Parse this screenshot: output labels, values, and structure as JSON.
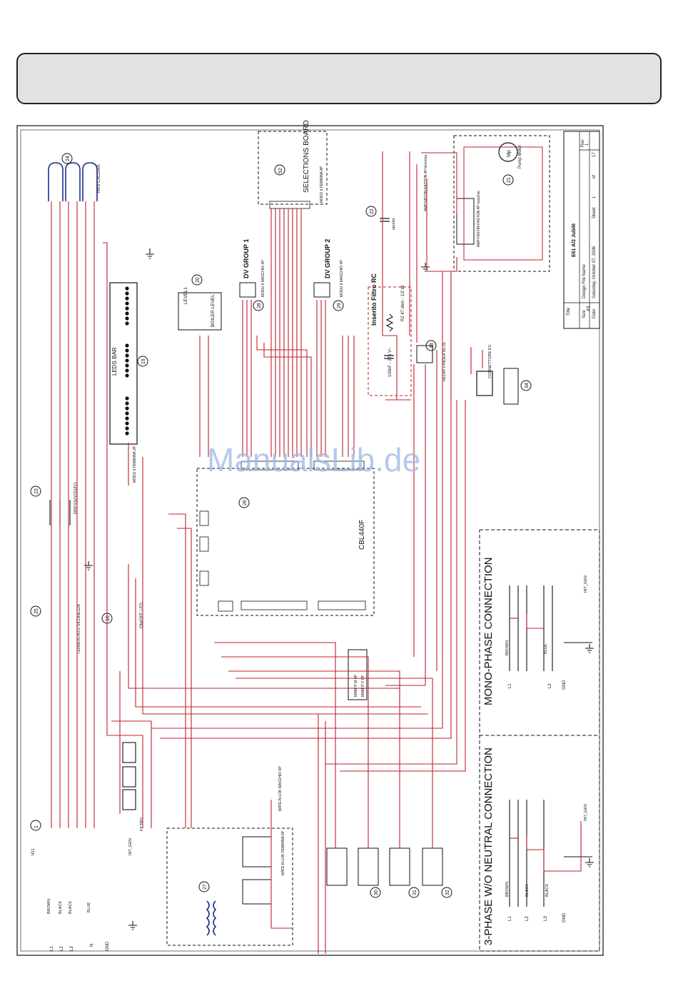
{
  "header": {
    "bar_label": ""
  },
  "titleblock": {
    "title_label": "Title",
    "title": "E61 A/2 Jubilè",
    "size_label": "Size",
    "size": "A3",
    "design_label": "Design File Name",
    "rev_label": "Rev",
    "rev": "1",
    "date_label": "Date:",
    "date": "Saturday, October 07, 2006",
    "sheet_label": "Sheet",
    "sheet": "1",
    "of_label": "of",
    "of": "17"
  },
  "sections": {
    "mono": "MONO-PHASE CONNECTION",
    "three": "3-PHASE W/O NEUTRAL CONNECTION"
  },
  "blocks": {
    "selections": "SELECTIONS BOARD",
    "selections_conn": "MODU II FEMMINA 8P",
    "selections_num": "52",
    "dv1": "DV GROUP 1",
    "dv1_conn": "MODU II MASCHIO 4P",
    "dv1_num": "28",
    "dv2": "DV GROUP 2",
    "dv2_conn": "MODU II MASCHIO 4P",
    "dv2_num": "29",
    "leds": "LEDS BAR",
    "leds_num": "19",
    "leds_conn": "MODU II FEMMINA 2P",
    "boiler": "BOILER LEVEL",
    "boiler_num": "20",
    "level": "LEVEL1",
    "board": "CBL440F",
    "board_num": "26",
    "pump": "Pump Motor",
    "pump_num": "21",
    "pump_conn": "AMP FASTIN-FASTON 4P maschio",
    "pump_conn2": "AMP FASTIN-FASTON 4P femmina",
    "filter": "Inserito Filtro RC",
    "filter_r": "R2 47 ohm - 1/2 W",
    "filter_c": "100nF - 275 V~",
    "relay": "RELAY FINDER 65.31",
    "relay_num": "33",
    "ev_conn": "CONNETTORE EV",
    "ev_num": "34",
    "terminal_num": "1",
    "terminal": "IG1",
    "pressostato": "PRESSOSTATO",
    "press_num": "23",
    "termostato": "TERMOSTATO SICUREZZA",
    "term_num": "25",
    "onoff": "ON/OFF LED",
    "onoff_num": "18",
    "heater": "RES CALDAIA",
    "heater_num": "24",
    "filtro": "FILTRO",
    "trafo_num": "27",
    "minifit": "MINIFIT M 8P",
    "minifit_f": "MINIFIT F 8P",
    "matelok": "MATE-N-LOK FEMMINA 6P",
    "matelok_m": "MATE-N-LOK MASCHIO 6P",
    "spunto": "spunto",
    "ctn_num": "22",
    "q1": "30",
    "q2": "31",
    "q3": "32"
  },
  "legend_lines": {
    "l1": "L1",
    "l2": "L2",
    "l3": "L3",
    "n": "N",
    "gnd": "GND",
    "brown": "BROWN",
    "black": "BLACK",
    "blue": "BLUE",
    "int_gen": "INT_GEN"
  },
  "watermark": "ManualsLib.de"
}
